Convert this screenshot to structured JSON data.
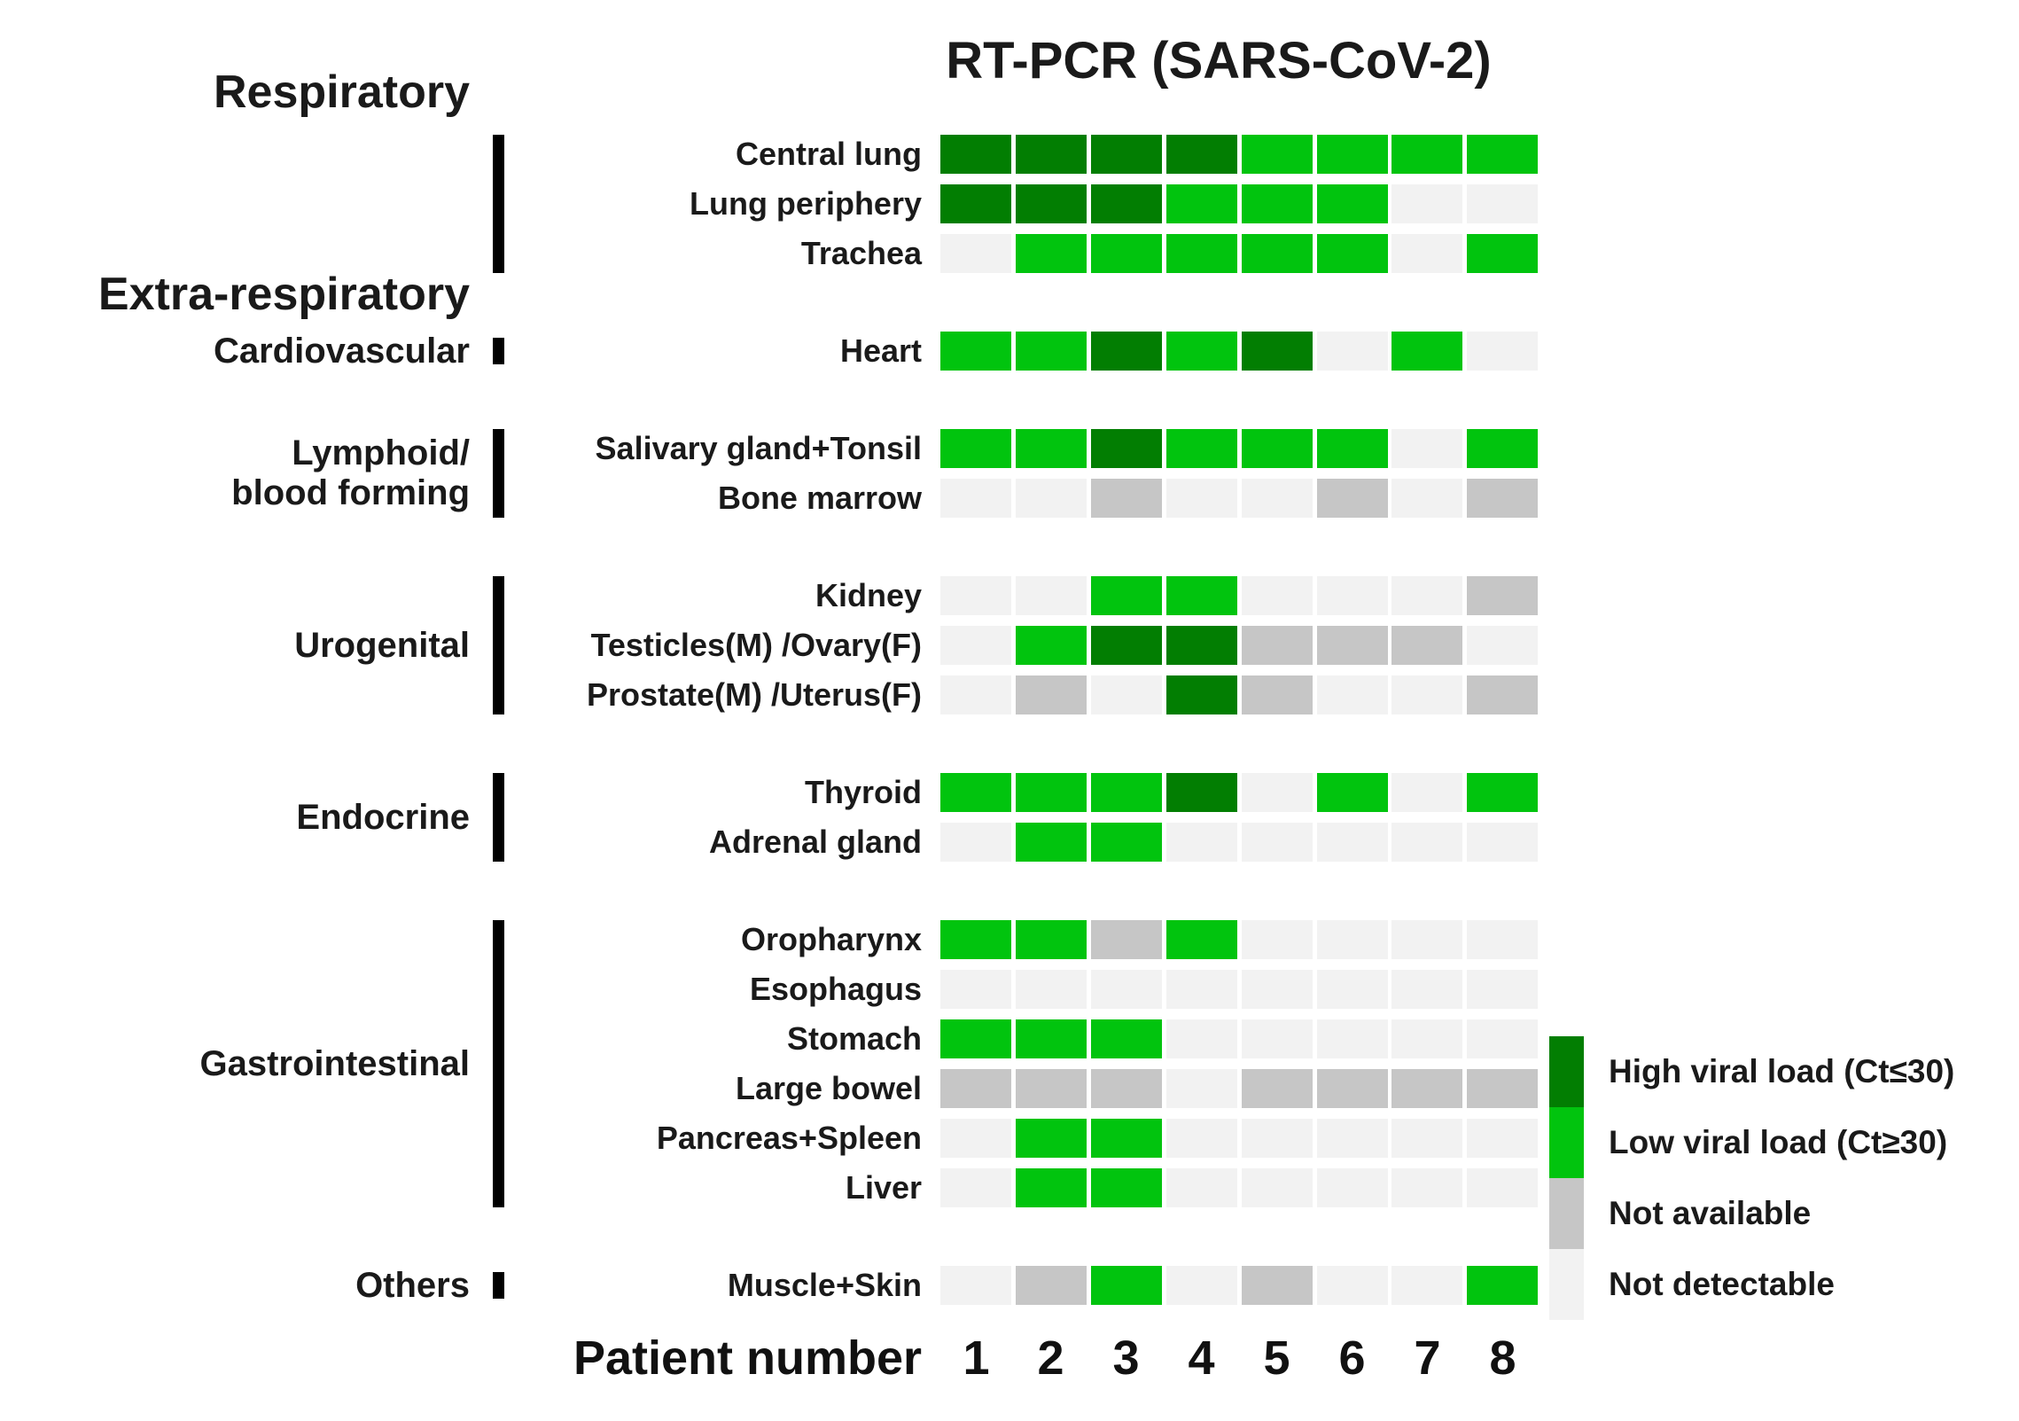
{
  "title": "RT-PCR (SARS-CoV-2)",
  "headers": {
    "respiratory": "Respiratory",
    "extra_respiratory": "Extra-respiratory"
  },
  "x_axis": {
    "title": "Patient number",
    "labels": [
      "1",
      "2",
      "3",
      "4",
      "5",
      "6",
      "7",
      "8"
    ]
  },
  "legend": {
    "entries": [
      {
        "key": "high",
        "label": "High viral load (Ct≤30)",
        "color": "#027e02"
      },
      {
        "key": "low",
        "label": "Low viral load (Ct≥30)",
        "color": "#01c40e"
      },
      {
        "key": "na",
        "label": "Not available",
        "color": "#c6c6c6"
      },
      {
        "key": "nd",
        "label": "Not detectable",
        "color": "#f2f2f2"
      }
    ]
  },
  "groups": [
    {
      "id": "respiratory",
      "side_label": "",
      "bar": "full"
    },
    {
      "id": "cardiovascular",
      "side_label": "Cardiovascular",
      "bar": "short"
    },
    {
      "id": "lymphoid",
      "side_label": "Lymphoid/\nblood forming",
      "bar": "full"
    },
    {
      "id": "urogenital",
      "side_label": "Urogenital",
      "bar": "full"
    },
    {
      "id": "endocrine",
      "side_label": "Endocrine",
      "bar": "full"
    },
    {
      "id": "gastrointestinal",
      "side_label": "Gastrointestinal",
      "bar": "full"
    },
    {
      "id": "others",
      "side_label": "Others",
      "bar": "short"
    }
  ],
  "chart_data": {
    "type": "heatmap",
    "title": "RT-PCR (SARS-CoV-2)",
    "x_label": "Patient number",
    "columns": [
      "1",
      "2",
      "3",
      "4",
      "5",
      "6",
      "7",
      "8"
    ],
    "value_legend": {
      "high": "High viral load (Ct≤30)",
      "low": "Low viral load (Ct≥30)",
      "na": "Not available",
      "nd": "Not detectable"
    },
    "rows": [
      {
        "group": "respiratory",
        "label": "Central lung",
        "values": [
          "high",
          "high",
          "high",
          "high",
          "low",
          "low",
          "low",
          "low"
        ]
      },
      {
        "group": "respiratory",
        "label": "Lung periphery",
        "values": [
          "high",
          "high",
          "high",
          "low",
          "low",
          "low",
          "nd",
          "nd"
        ]
      },
      {
        "group": "respiratory",
        "label": "Trachea",
        "values": [
          "nd",
          "low",
          "low",
          "low",
          "low",
          "low",
          "nd",
          "low"
        ]
      },
      {
        "group": "cardiovascular",
        "label": "Heart",
        "values": [
          "low",
          "low",
          "high",
          "low",
          "high",
          "nd",
          "low",
          "nd"
        ]
      },
      {
        "group": "lymphoid",
        "label": "Salivary gland+Tonsil",
        "values": [
          "low",
          "low",
          "high",
          "low",
          "low",
          "low",
          "nd",
          "low"
        ]
      },
      {
        "group": "lymphoid",
        "label": "Bone marrow",
        "values": [
          "nd",
          "nd",
          "na",
          "nd",
          "nd",
          "na",
          "nd",
          "na"
        ]
      },
      {
        "group": "urogenital",
        "label": "Kidney",
        "values": [
          "nd",
          "nd",
          "low",
          "low",
          "nd",
          "nd",
          "nd",
          "na"
        ]
      },
      {
        "group": "urogenital",
        "label": "Testicles(M) /Ovary(F)",
        "values": [
          "nd",
          "low",
          "high",
          "high",
          "na",
          "na",
          "na",
          "nd"
        ]
      },
      {
        "group": "urogenital",
        "label": "Prostate(M) /Uterus(F)",
        "values": [
          "nd",
          "na",
          "nd",
          "high",
          "na",
          "nd",
          "nd",
          "na"
        ]
      },
      {
        "group": "endocrine",
        "label": "Thyroid",
        "values": [
          "low",
          "low",
          "low",
          "high",
          "nd",
          "low",
          "nd",
          "low"
        ]
      },
      {
        "group": "endocrine",
        "label": "Adrenal gland",
        "values": [
          "nd",
          "low",
          "low",
          "nd",
          "nd",
          "nd",
          "nd",
          "nd"
        ]
      },
      {
        "group": "gastrointestinal",
        "label": "Oropharynx",
        "values": [
          "low",
          "low",
          "na",
          "low",
          "nd",
          "nd",
          "nd",
          "nd"
        ]
      },
      {
        "group": "gastrointestinal",
        "label": "Esophagus",
        "values": [
          "nd",
          "nd",
          "nd",
          "nd",
          "nd",
          "nd",
          "nd",
          "nd"
        ]
      },
      {
        "group": "gastrointestinal",
        "label": "Stomach",
        "values": [
          "low",
          "low",
          "low",
          "nd",
          "nd",
          "nd",
          "nd",
          "nd"
        ]
      },
      {
        "group": "gastrointestinal",
        "label": "Large bowel",
        "values": [
          "na",
          "na",
          "na",
          "nd",
          "na",
          "na",
          "na",
          "na"
        ]
      },
      {
        "group": "gastrointestinal",
        "label": "Pancreas+Spleen",
        "values": [
          "nd",
          "low",
          "low",
          "nd",
          "nd",
          "nd",
          "nd",
          "nd"
        ]
      },
      {
        "group": "gastrointestinal",
        "label": "Liver",
        "values": [
          "nd",
          "low",
          "low",
          "nd",
          "nd",
          "nd",
          "nd",
          "nd"
        ]
      },
      {
        "group": "others",
        "label": "Muscle+Skin",
        "values": [
          "nd",
          "na",
          "low",
          "nd",
          "na",
          "nd",
          "nd",
          "low"
        ]
      }
    ]
  }
}
